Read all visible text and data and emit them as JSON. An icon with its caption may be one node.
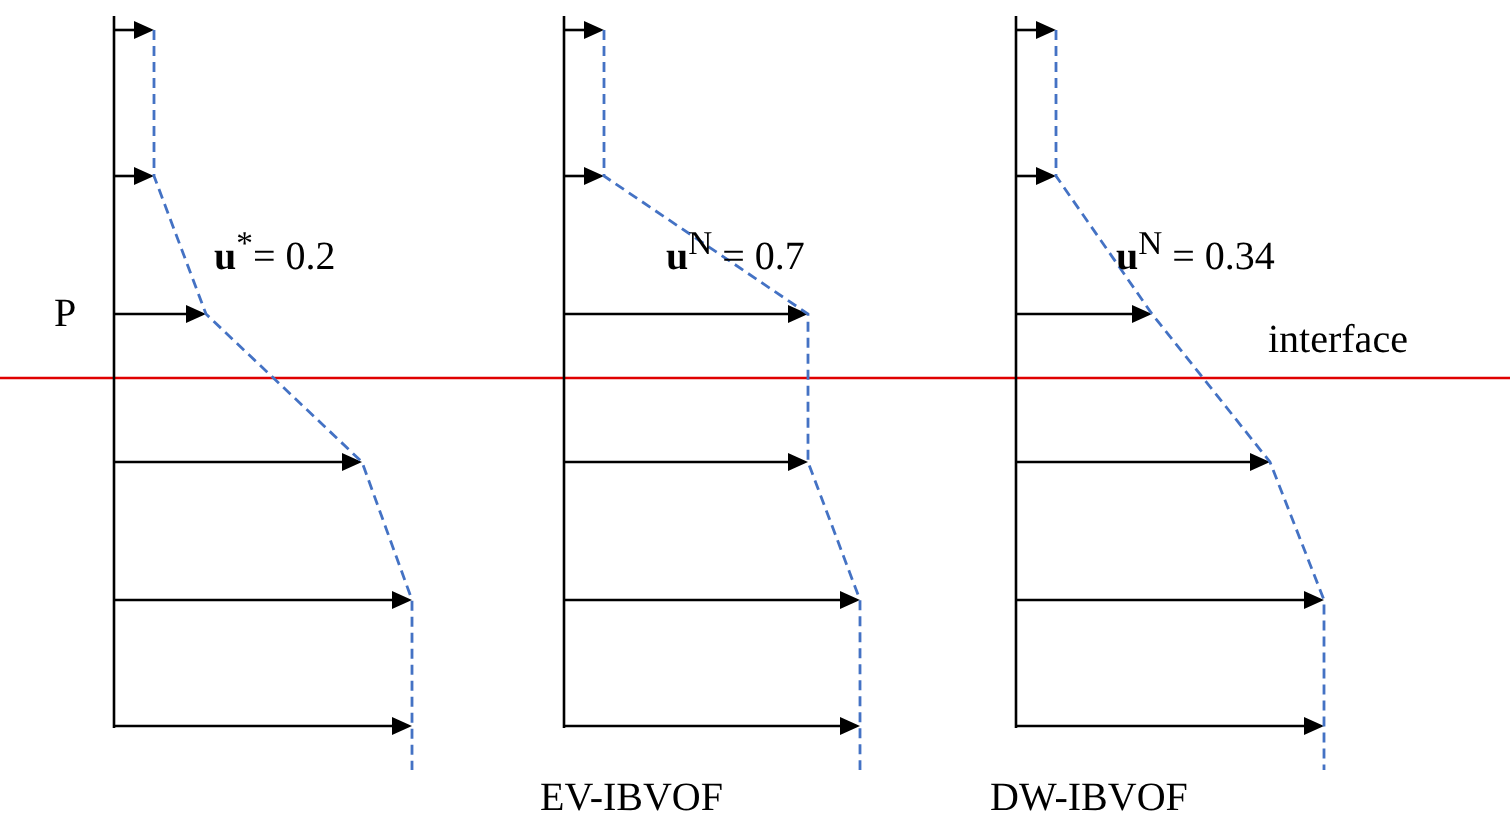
{
  "diagram": {
    "labels": [
      "**u**$^{*}$= 0.2",
      "**u**$^{N}$ = 0.7",
      "**u**$^{N}$ = 0.34",
      "P",
      "interface",
      "EV-IBVOF",
      "DW-IBVOF"
    ]
  }
}
